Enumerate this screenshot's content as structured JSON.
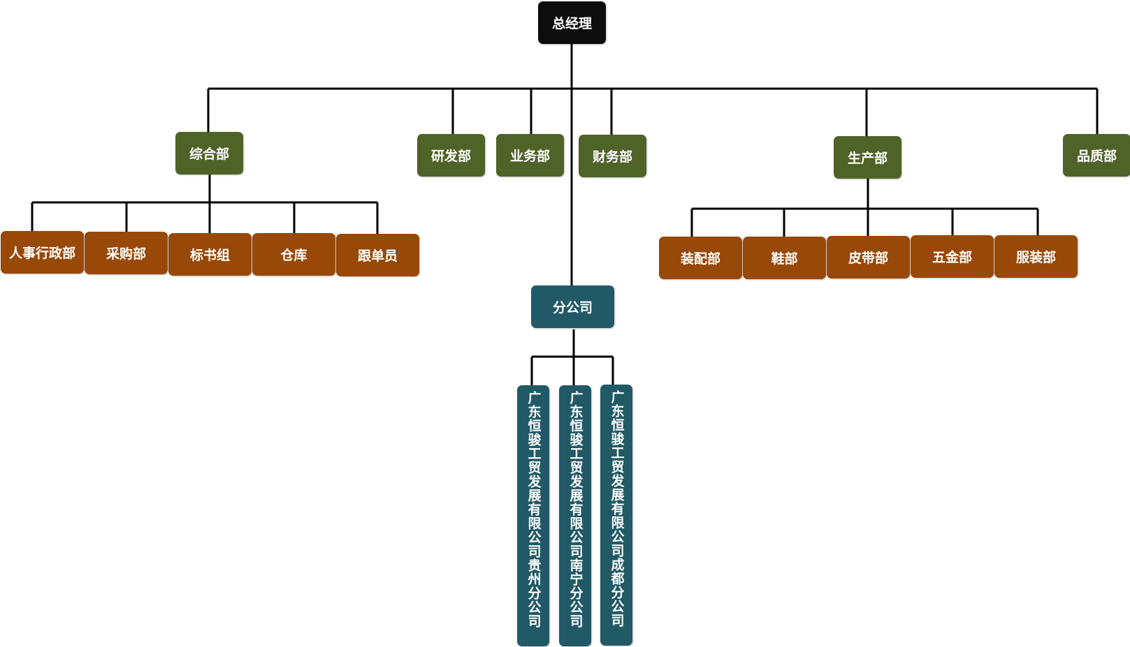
{
  "colors": {
    "top": "#0d0d0d",
    "department": "#4f6228",
    "sub_unit": "#984807",
    "branch": "#215967",
    "line": "#000000"
  },
  "chart": {
    "root": "总经理",
    "departments": {
      "general": "综合部",
      "rnd": "研发部",
      "business": "业务部",
      "finance": "财务部",
      "production": "生产部",
      "quality": "品质部"
    },
    "general_units": [
      "人事行政部",
      "采购部",
      "标书组",
      "仓库",
      "跟单员"
    ],
    "production_units": [
      "装配部",
      "鞋部",
      "皮带部",
      "五金部",
      "服装部"
    ],
    "branch_office": "分公司",
    "branches": [
      "广东恒骏工贸发展有限公司贵州分公司",
      "广东恒骏工贸发展有限公司南宁分公司",
      "广东恒骏工贸发展有限公司成都分公司"
    ]
  }
}
